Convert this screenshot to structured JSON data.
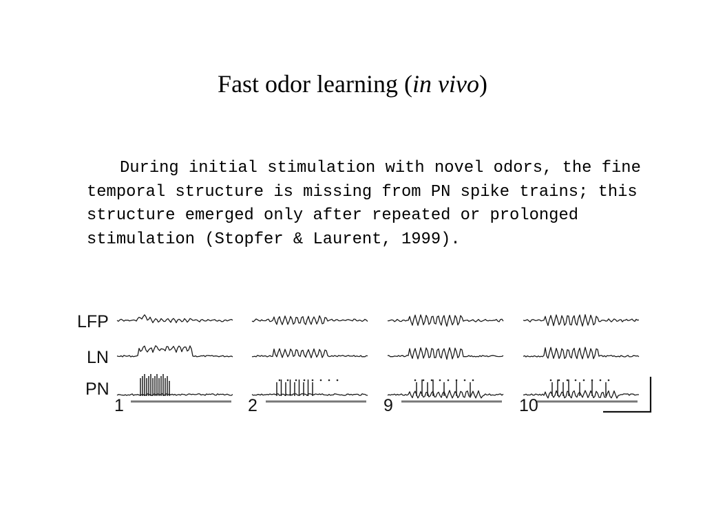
{
  "slide": {
    "title_main": "Fast odor learning (",
    "title_italic": "in vivo",
    "title_close": ")",
    "body": "During initial stimulation with novel odors, the fine temporal structure is missing from PN spike trains; this structure emerged only after repeated or prolonged stimulation (Stopfer & Laurent, 1999)."
  },
  "figure": {
    "row_labels": [
      "LFP",
      "LN",
      "PN"
    ],
    "trials": [
      {
        "label": "1",
        "oscillation": "weak",
        "pn_structure": "burst"
      },
      {
        "label": "2",
        "oscillation": "moderate",
        "pn_structure": "emerging"
      },
      {
        "label": "9",
        "oscillation": "strong",
        "pn_structure": "phase-locked"
      },
      {
        "label": "10",
        "oscillation": "strong",
        "pn_structure": "phase-locked"
      }
    ]
  }
}
